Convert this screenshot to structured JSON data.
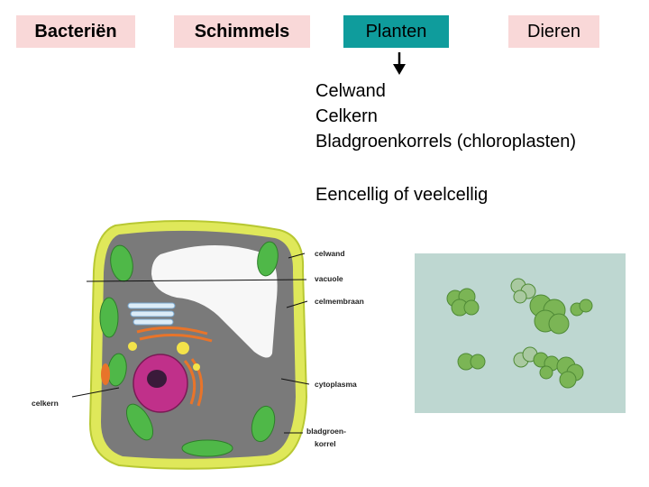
{
  "categories": [
    {
      "label": "Bacteriën"
    },
    {
      "label": "Schimmels"
    },
    {
      "label": "Planten",
      "selected": true
    },
    {
      "label": "Dieren"
    }
  ],
  "colors": {
    "box_bg": "#f9d8d8",
    "selected_bg": "#0f9c9c"
  },
  "features": [
    "Celwand",
    "Celkern",
    "Bladgroenkorrels (chloroplasten)"
  ],
  "cell_type": "Eencellig of veelcellig",
  "diagram_labels": {
    "celwand": "celwand",
    "vacuole": "vacuole",
    "celmembraan": "celmembraan",
    "cytoplasma": "cytoplasma",
    "bladgroenkorrel_1": "bladgroen-",
    "bladgroenkorrel_2": "korrel",
    "celkern": "celkern"
  },
  "icons": {
    "arrow": "arrow-down-icon"
  }
}
